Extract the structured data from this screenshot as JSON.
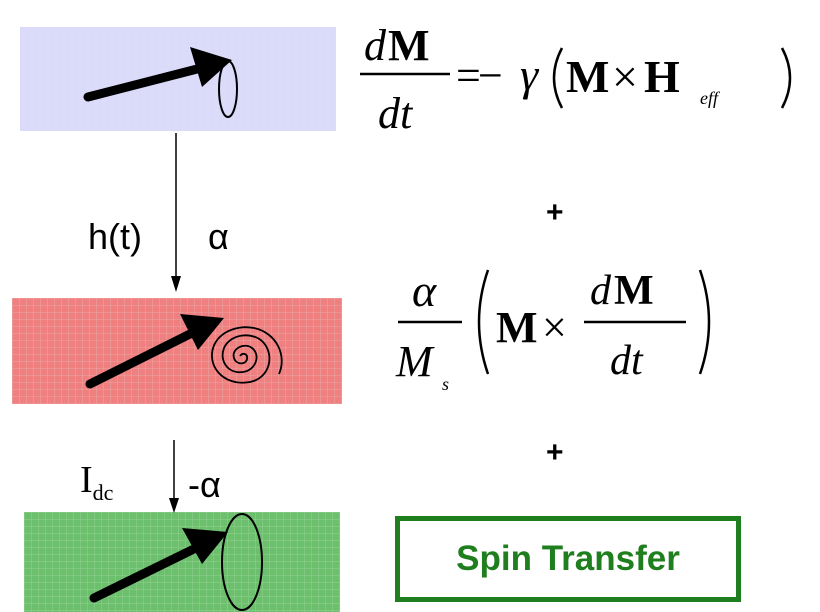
{
  "labels": {
    "h_t": "h(t)",
    "alpha": "α",
    "neg_alpha": "-α",
    "idc_main": "I",
    "idc_sub": "dc"
  },
  "plus_signs": [
    "+",
    "+"
  ],
  "spin_transfer": "Spin Transfer",
  "equation_llg": {
    "numerator_d": "d",
    "numerator_M": "M",
    "denominator": "dt",
    "equals": "=",
    "minus": "−",
    "gamma": "γ",
    "M": "M",
    "times": "×",
    "H": "H",
    "H_sub": "eff"
  },
  "equation_damping": {
    "alpha": "α",
    "Ms_main": "M",
    "Ms_sub": "s",
    "M": "M",
    "times": "×",
    "frac_num_d": "d",
    "frac_num_M": "M",
    "frac_den": "dt"
  },
  "colors": {
    "precession_panel": "#dcdcfa",
    "damping_panel": "#f08080",
    "spin_transfer_panel": "#6cbf6c",
    "spin_transfer_accent": "#1f7f1f"
  }
}
